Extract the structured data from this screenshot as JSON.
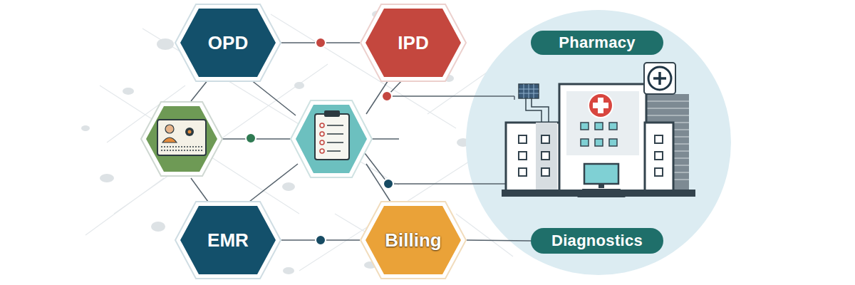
{
  "diagram": {
    "nodes": [
      {
        "text": [
          "OPD"
        ]
      },
      {
        "text": [
          "IPD"
        ]
      },
      {
        "text": [
          "Pharmacy"
        ]
      },
      {
        "text": [
          "EMR"
        ]
      },
      {
        "text": [
          "Billing"
        ]
      },
      {
        "text": [
          "Diagnostics"
        ]
      }
    ],
    "edges": [
      {
        "from": 0,
        "to": 1,
        "arrow": "none"
      },
      {
        "from": 3,
        "to": 4,
        "arrow": "none"
      },
      {
        "from": 4,
        "to": 5,
        "arrow": "none"
      }
    ]
  }
}
